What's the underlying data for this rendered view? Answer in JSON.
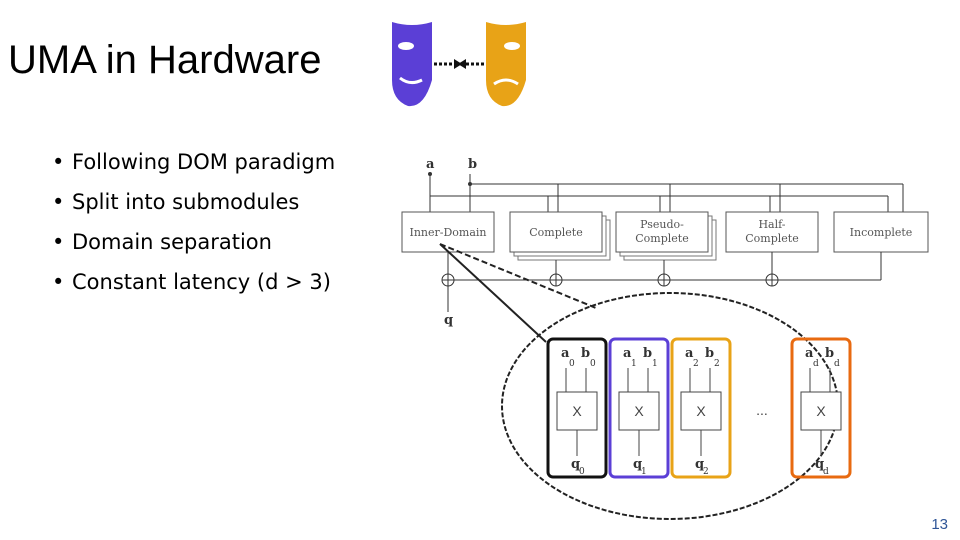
{
  "slide": {
    "title": "UMA in Hardware",
    "page_number": "13"
  },
  "bullets": [
    "Following DOM paradigm",
    "Split into submodules",
    "Domain separation",
    "Constant latency (d > 3)"
  ],
  "diagram": {
    "inputs": {
      "a": "a",
      "b": "b"
    },
    "output": "q",
    "modules": [
      "Inner-Domain",
      "Complete",
      "Pseudo-",
      "Complete",
      "Half-",
      "Complete",
      "Incomplete"
    ],
    "ellipsis": "...",
    "mult_symbol": "X",
    "domains": [
      {
        "a": "a",
        "b": "b",
        "q": "q",
        "idx": "0",
        "color": "#111111"
      },
      {
        "a": "a",
        "b": "b",
        "q": "q",
        "idx": "1",
        "color": "#5b3fd6"
      },
      {
        "a": "a",
        "b": "b",
        "q": "q",
        "idx": "2",
        "color": "#e8a317"
      },
      {
        "a": "a",
        "b": "b",
        "q": "q",
        "idx": "d",
        "color": "#e86a10"
      }
    ]
  },
  "colors": {
    "mask_left": "#5b3fd6",
    "mask_right": "#e8a317",
    "accent": "#2f5597"
  }
}
